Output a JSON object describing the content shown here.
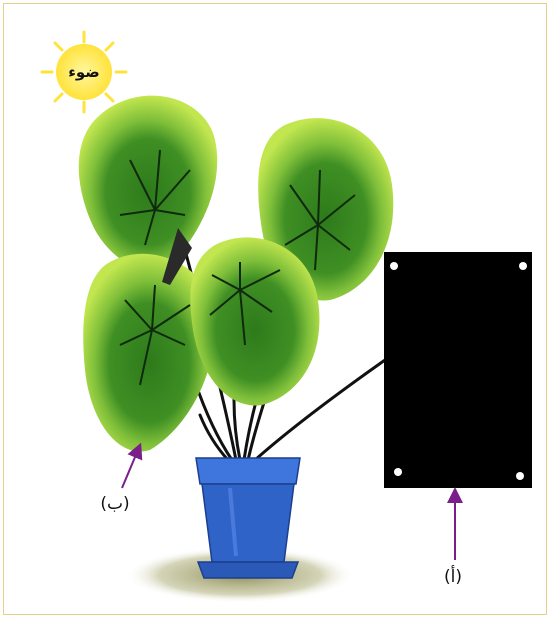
{
  "sun": {
    "label": "ضوء"
  },
  "labels": {
    "a": "(أ)",
    "b": "(ب)"
  },
  "colors": {
    "leaf_outer": "#b7e04a",
    "leaf_inner": "#3c8a22",
    "vein": "#0f2a0c",
    "pot": "#2f63c8",
    "pot_dark": "#1c3f8e",
    "card": "#000000",
    "arrow": "#7a1f8a",
    "sun": "#ffe84a",
    "frame": "#e6cf8a"
  }
}
